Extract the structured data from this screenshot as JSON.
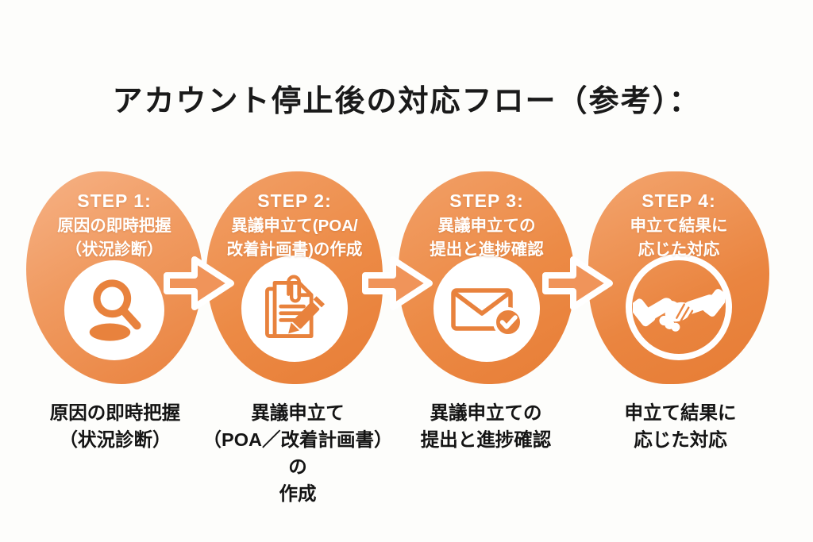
{
  "title": "アカウント停止後の対応フロー（参考）：",
  "steps": [
    {
      "badge": "STEP 1:",
      "circle_lines": [
        "原因の即時把握",
        "（状況診断）"
      ],
      "icon": "magnifier-icon",
      "caption_lines": [
        "原因の即時把握",
        "（状況診断）"
      ]
    },
    {
      "badge": "STEP 2:",
      "circle_lines": [
        "異議申立て(POA/",
        "改着計画書)の作成"
      ],
      "icon": "document-pencil-icon",
      "caption_lines": [
        "異議申立て",
        "（POA／改着計画書）の",
        "作成"
      ]
    },
    {
      "badge": "STEP 3:",
      "circle_lines": [
        "異議申立ての",
        "提出と進捗確認"
      ],
      "icon": "envelope-check-icon",
      "caption_lines": [
        "異議申立ての",
        "提出と進捗確認"
      ]
    },
    {
      "badge": "STEP 4:",
      "circle_lines": [
        "申立て結果に",
        "応じた対応"
      ],
      "icon": "handshake-icon",
      "caption_lines": [
        "申立て結果に",
        "応じた対応"
      ]
    }
  ],
  "arrow_count": 3,
  "colors": {
    "accent_orange": "#e8823d",
    "orange_light": "#f5ad7c",
    "orange_deep": "#e67c34",
    "arrow_fill": "#f0945a",
    "step_text": "#ffffff",
    "caption_text": "#141414",
    "background": "#fdfdfb"
  }
}
